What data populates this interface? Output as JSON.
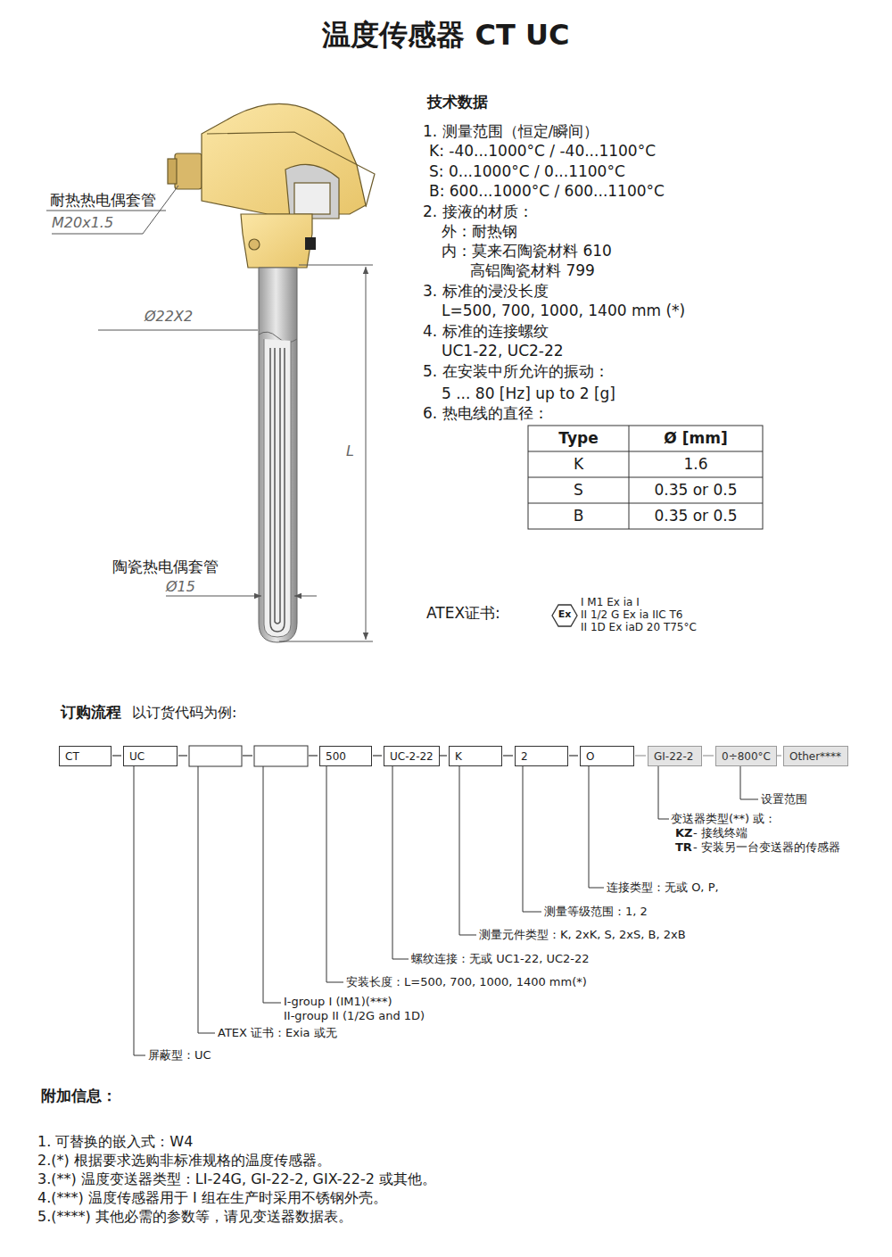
{
  "diagram": {
    "title": "温度传感器 CT UC",
    "nodes": [
      {
        "text": [
          "CT"
        ]
      },
      {
        "text": [
          "UC"
        ]
      },
      {
        "text": [
          "500"
        ]
      },
      {
        "text": [
          "UC-2-22"
        ]
      },
      {
        "text": [
          "K"
        ]
      },
      {
        "text": [
          "2"
        ]
      },
      {
        "text": [
          "O"
        ]
      },
      {
        "text": [
          "GI-22-2"
        ]
      },
      {
        "text": [
          "0÷800°C"
        ]
      },
      {
        "text": [
          "Other****"
        ]
      }
    ],
    "labels": [
      "技术数据",
      "1. 测量范围（恒定/瞬间）",
      "K: -40...1000°C / -40...1100°C",
      "S: 0...1000°C / 0...1100°C",
      "B: 600...1000°C / 600...1100°C",
      "2. 接液的材质：",
      "外：耐热钢",
      "内：莫来石陶瓷材料 610",
      "高铝陶瓷材料 799",
      "3. 标准的浸没长度",
      "L=500, 700, 1000, 1400 mm (*)",
      "4. 标准的连接螺纹",
      "UC1-22, UC2-22",
      "5. 在安装中所允许的振动：",
      "5 ... 80 [Hz] up to 2 [g]",
      "6. 热电线的直径：",
      "Type",
      "Ø [mm]",
      "K",
      "1.6",
      "S",
      "0.35 or 0.5",
      "B",
      "0.35 or 0.5",
      "ATEX证书:",
      "I M1 Ex ia I",
      "II 1/2 G Ex ia IIC T6",
      "II 1D Ex iaD 20 T75°C",
      "耐热热电偶套管",
      "M20x1.5",
      "Ø22X2",
      "L",
      "陶瓷热电偶套管",
      "Ø15",
      "订购流程",
      "以订货代码为例:",
      "设置范围",
      "变送器类型(**) 或：",
      "KZ",
      "- 接线终端",
      "TR",
      "- 安装另一台变送器的传感器",
      "连接类型：无或 O, P,",
      "测量等级范围：1, 2",
      "测量元件类型：K, 2xK, S, 2xS, B, 2xB",
      "螺纹连接：无或 UC1-22, UC2-22",
      "安装长度：L=500, 700, 1000, 1400 mm(*)",
      "I-group I (IM1)(***)",
      "II-group II (1/2G and 1D)",
      "ATEX 证书：Exia 或无",
      "屏蔽型：UC",
      "附加信息：",
      "1. 可替换的嵌入式：W4",
      "2.(*) 根据要求选购非标准规格的温度传感器。",
      "3.(**) 温度变送器类型：LI-24G, GI-22-2, GIX-22-2 或其他。",
      "4.(***) 温度传感器用于 I 组在生产时采用不锈钢外壳。",
      "5.(****) 其他必需的参数等，请见变送器数据表。",
      "Ex"
    ]
  }
}
